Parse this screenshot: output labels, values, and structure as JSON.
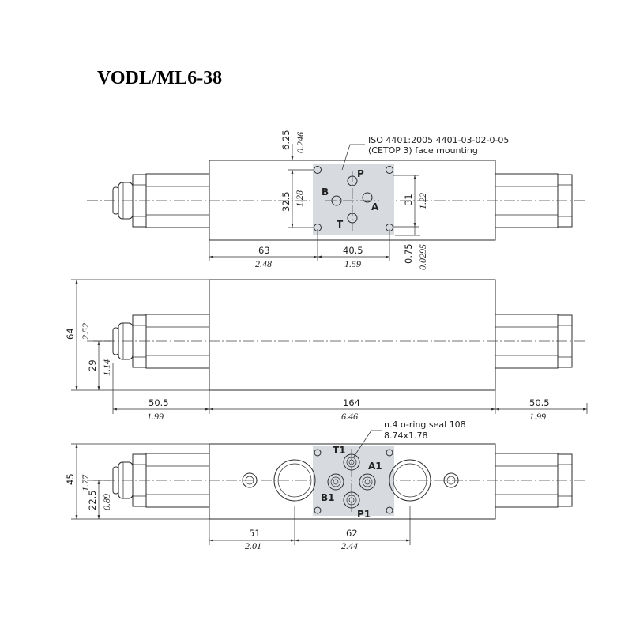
{
  "title": "VODL/ML6-38",
  "top_view": {
    "note_line1": "ISO 4401:2005 4401-03-02-0-05",
    "note_line2": "(CETOP 3) face mounting",
    "ports": {
      "P": "P",
      "A": "A",
      "B": "B",
      "T": "T"
    },
    "dims": {
      "d6_25": "6.25",
      "d0_246": "0.246",
      "d32_5": "32.5",
      "d1_28": "1.28",
      "d31": "31",
      "d1_22": "1.22",
      "d63": "63",
      "d2_48": "2.48",
      "d40_5": "40.5",
      "d1_59": "1.59",
      "d0_75": "0.75",
      "d0_0295": "0.0295"
    }
  },
  "side_view": {
    "dims": {
      "d64": "64",
      "d2_52": "2.52",
      "d29": "29",
      "d1_14": "1.14",
      "d50_5_left": "50.5",
      "d1_99_left": "1.99",
      "d164": "164",
      "d6_46": "6.46",
      "d50_5_right": "50.5",
      "d1_99_right": "1.99"
    }
  },
  "bottom_view": {
    "note_line1": "n.4 o-ring seal 108",
    "note_line2": "8.74x1.78",
    "ports": {
      "T1": "T1",
      "A1": "A1",
      "B1": "B1",
      "P1": "P1"
    },
    "dims": {
      "d45": "45",
      "d1_77": "1.77",
      "d22_5": "22.5",
      "d0_89": "0.89",
      "d51": "51",
      "d2_01": "2.01",
      "d62": "62",
      "d2_44": "2.44"
    }
  }
}
